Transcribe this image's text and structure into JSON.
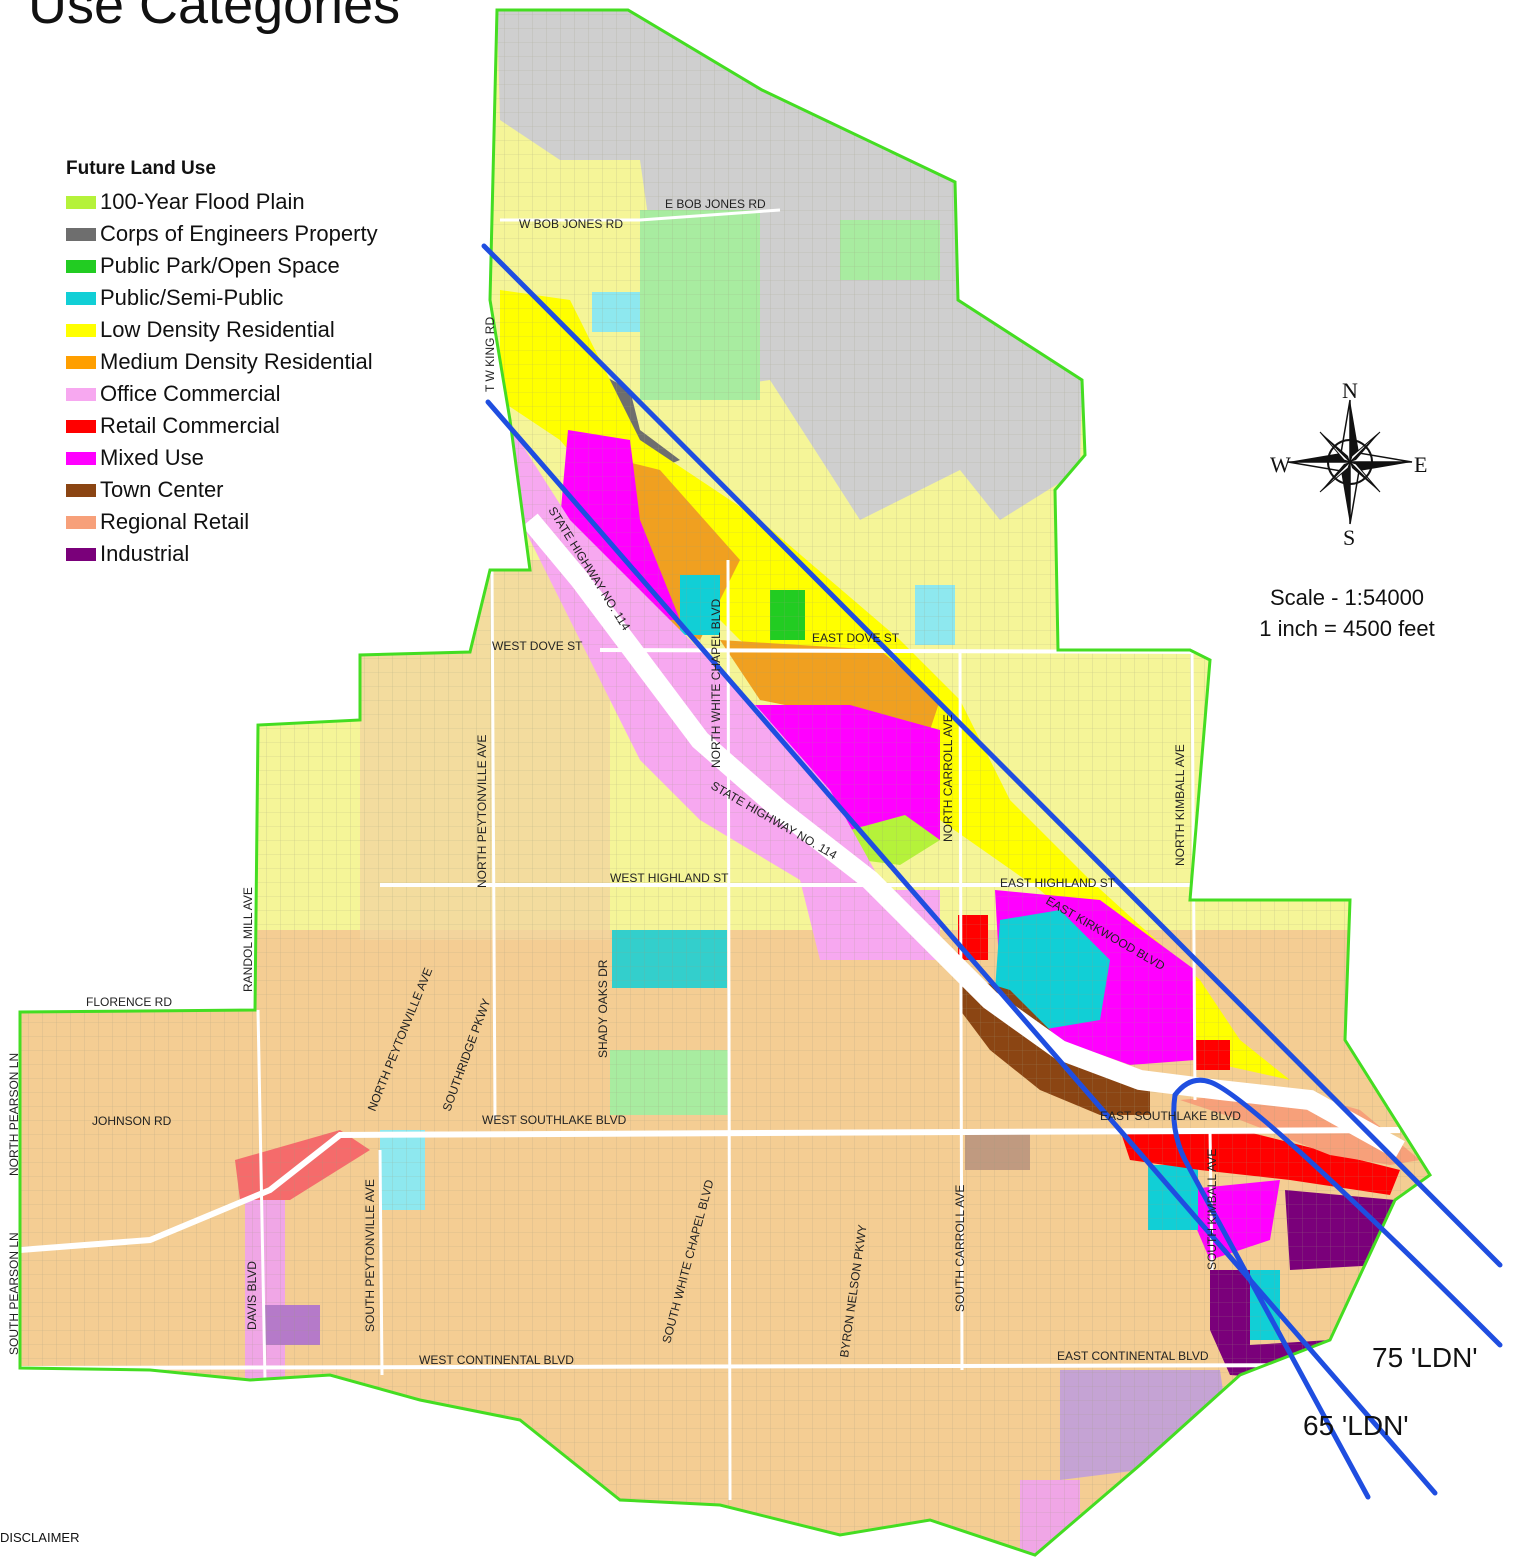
{
  "title": "Use Categories",
  "legend": {
    "title": "Future Land Use",
    "items": [
      {
        "label": "100-Year Flood Plain",
        "color": "#b5f23a"
      },
      {
        "label": "Corps of Engineers Property",
        "color": "#6e6e6e"
      },
      {
        "label": "Public Park/Open Space",
        "color": "#22cc22"
      },
      {
        "label": "Public/Semi-Public",
        "color": "#11cfd6"
      },
      {
        "label": "Low Density Residential",
        "color": "#ffff00"
      },
      {
        "label": "Medium Density Residential",
        "color": "#ff9f00"
      },
      {
        "label": "Office Commercial",
        "color": "#f7a8f0"
      },
      {
        "label": "Retail Commercial",
        "color": "#ff0000"
      },
      {
        "label": "Mixed Use",
        "color": "#ff00ff"
      },
      {
        "label": "Town Center",
        "color": "#8b4513"
      },
      {
        "label": "Regional Retail",
        "color": "#f7a07a"
      },
      {
        "label": "Industrial",
        "color": "#7a007a"
      }
    ]
  },
  "compass": {
    "n": "N",
    "s": "S",
    "e": "E",
    "w": "W"
  },
  "scale": {
    "ratio": "Scale - 1:54000",
    "inch": "1 inch = 4500 feet"
  },
  "contours": {
    "outer": "75 'LDN'",
    "inner": "65 'LDN'"
  },
  "disclaimer": "DISCLAIMER",
  "streets": {
    "e_bob_jones": "E BOB JONES RD",
    "w_bob_jones": "W BOB JONES RD",
    "tw_king": "T W KING RD",
    "sh114_upper": "STATE HIGHWAY NO. 114",
    "sh114_lower": "STATE HIGHWAY NO. 114",
    "north_white_chapel": "NORTH WHITE CHAPEL BLVD",
    "east_dove": "EAST DOVE ST",
    "west_dove": "WEST DOVE ST",
    "north_carroll": "NORTH CARROLL AVE",
    "north_kimball": "NORTH KIMBALL AVE",
    "north_peytonville": "NORTH PEYTONVILLE AVE",
    "randol_mill": "RANDOL MILL AVE",
    "west_highland": "WEST HIGHLAND ST",
    "east_highland": "EAST HIGHLAND ST",
    "east_kirkwood": "EAST KIRKWOOD BLVD",
    "florence": "FLORENCE RD",
    "north_peytonville_2": "NORTH PEYTONVILLE AVE",
    "southridge": "SOUTHRIDGE PKWY",
    "shady_oaks": "SHADY OAKS DR",
    "north_pearson": "NORTH PEARSON LN",
    "johnson": "JOHNSON RD",
    "west_southlake": "WEST SOUTHLAKE BLVD",
    "east_southlake": "EAST SOUTHLAKE BLVD",
    "south_white_chapel": "SOUTH WHITE CHAPEL BLVD",
    "byron_nelson": "BYRON NELSON PKWY",
    "south_carroll": "SOUTH CARROLL AVE",
    "south_kimball": "SOUTH KIMBALL AVE",
    "south_peytonville": "SOUTH PEYTONVILLE AVE",
    "davis": "DAVIS BLVD",
    "south_pearson": "SOUTH PEARSON LN",
    "west_continental": "WEST CONTINENTAL BLVD",
    "east_continental": "EAST CONTINENTAL BLVD"
  }
}
